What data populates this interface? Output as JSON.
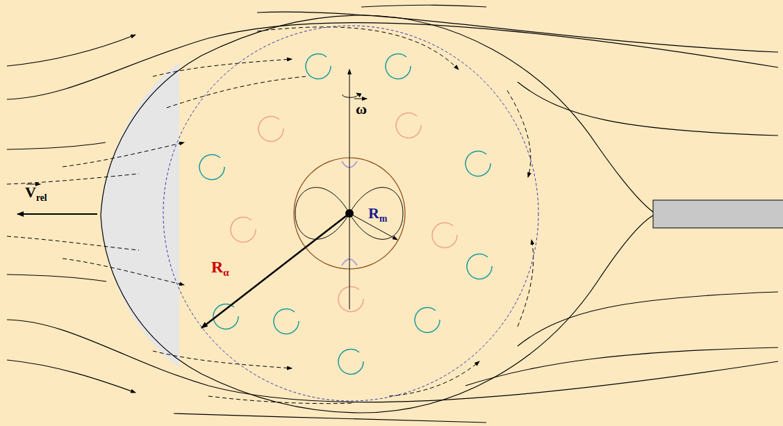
{
  "diagram": {
    "labels": [
      "V",
      "rel",
      "ω",
      "R",
      "α",
      "R",
      "m"
    ]
  }
}
